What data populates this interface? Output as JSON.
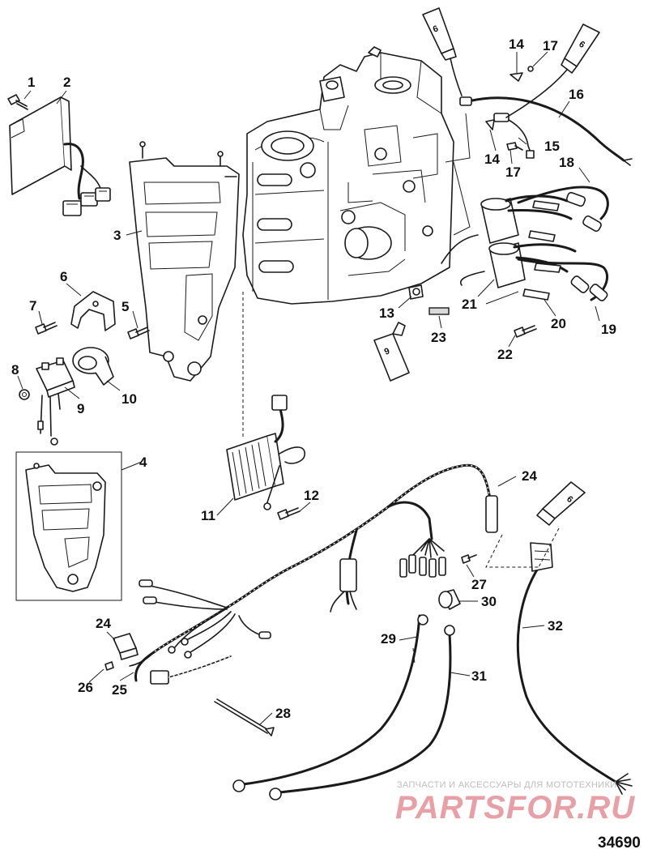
{
  "diagram": {
    "drawing_code": "34690",
    "watermark": {
      "line1": "ЗАПЧАСТИ И АКСЕССУАРЫ ДЛЯ МОТОТЕХНИКИ",
      "line2": "PARTSFOR.RU"
    },
    "tube_labels": {
      "a": "6",
      "b": "6",
      "c": "9",
      "d": "6"
    },
    "callouts": {
      "c1": "1",
      "c2": "2",
      "c3": "3",
      "c4": "4",
      "c5": "5",
      "c6": "6",
      "c7": "7",
      "c8": "8",
      "c9": "9",
      "c10": "10",
      "c11": "11",
      "c12": "12",
      "c13": "13",
      "c14a": "14",
      "c14b": "14",
      "c15": "15",
      "c16": "16",
      "c17a": "17",
      "c17b": "17",
      "c18": "18",
      "c19": "19",
      "c20": "20",
      "c21": "21",
      "c22": "22",
      "c23": "23",
      "c24a": "24",
      "c24b": "24",
      "c25": "25",
      "c26": "26",
      "c27": "27",
      "c28": "28",
      "c29": "29",
      "c30": "30",
      "c31": "31",
      "c32": "32"
    }
  }
}
